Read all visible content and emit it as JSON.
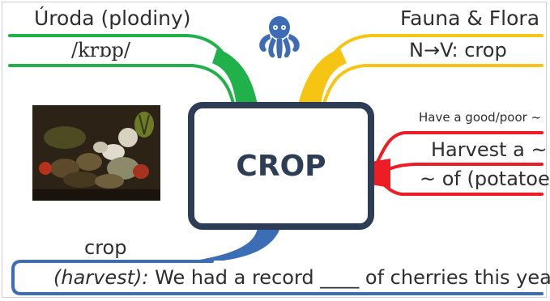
{
  "center": {
    "word": "CROP"
  },
  "green_branch": {
    "top": "Úroda (plodiny)",
    "bottom": "/krɒp/"
  },
  "yellow_branch": {
    "top": "Fauna & Flora",
    "bottom": "N→V: crop"
  },
  "red_branch": {
    "hint": "Have a good/poor ~",
    "line1": "Harvest a ~",
    "line2": "~ of (potatoes)"
  },
  "blue_branch": {
    "word": "crop",
    "sense": "(harvest):",
    "sentence_before": "We had a record",
    "blank": "____",
    "sentence_after": "of cherries this year."
  },
  "colors": {
    "green": "#21b14a",
    "yellow": "#f6c413",
    "red": "#ee1c24",
    "blue": "#3b6eb5",
    "center_border": "#2d3d55",
    "logo": "#3d6cb4"
  },
  "icons": {
    "logo": "octopus-icon",
    "picture": "vegetables-still-life-image"
  }
}
